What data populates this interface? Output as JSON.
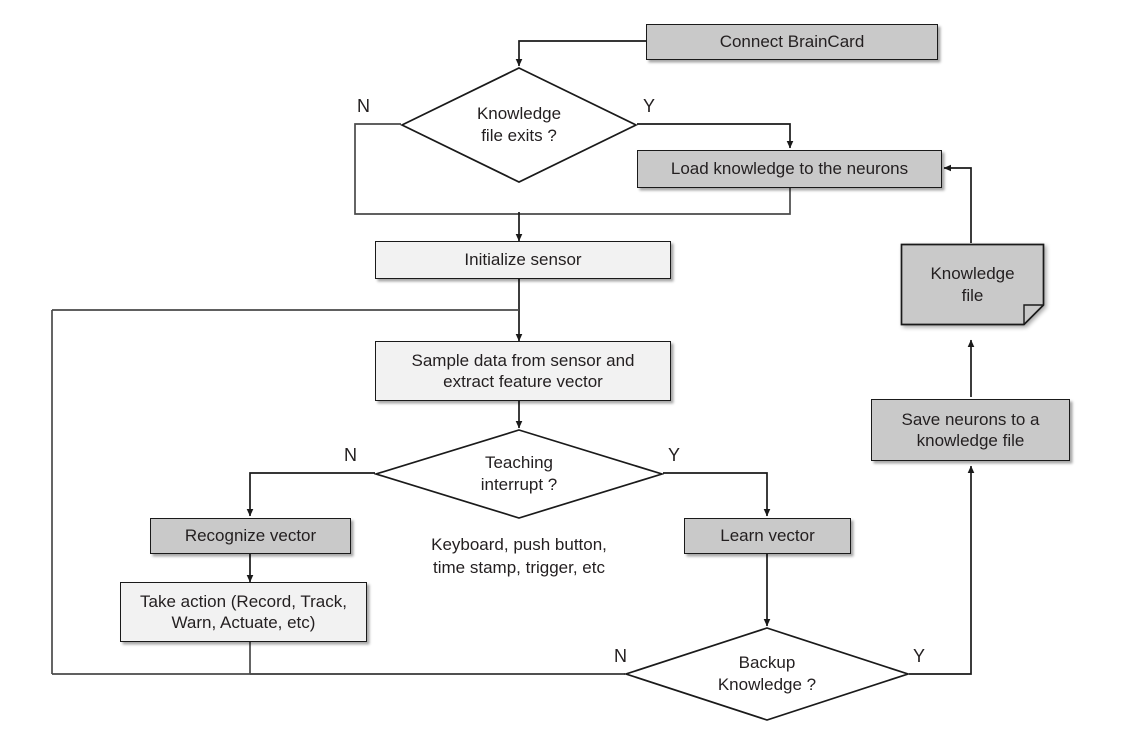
{
  "diagram": {
    "title": "BrainCard neuron learning and recognition flowchart",
    "colors": {
      "process_fill": "#c9c9c9",
      "light_fill": "#f2f2f2",
      "stroke": "#1a1a1a",
      "text": "#231f20",
      "background": "#ffffff"
    },
    "nodes": {
      "connect_braincard": {
        "label": "Connect  BrainCard",
        "shape": "process",
        "fill": "gray"
      },
      "knowledge_file_exists": {
        "label_line1": "Knowledge",
        "label_line2": "file exits ?",
        "shape": "decision"
      },
      "load_knowledge": {
        "label": "Load knowledge to the neurons",
        "shape": "process",
        "fill": "gray"
      },
      "initialize_sensor": {
        "label": "Initialize sensor",
        "shape": "process",
        "fill": "light"
      },
      "sample_data": {
        "label_line1": "Sample data  from sensor and",
        "label_line2": "extract feature vector",
        "shape": "process",
        "fill": "light"
      },
      "teaching_interrupt": {
        "label_line1": "Teaching",
        "label_line2": "interrupt ?",
        "shape": "decision"
      },
      "recognize_vector": {
        "label": "Recognize vector",
        "shape": "process",
        "fill": "gray"
      },
      "take_action": {
        "label_line1": "Take action (Record, Track,",
        "label_line2": "Warn, Actuate, etc)",
        "shape": "process",
        "fill": "light"
      },
      "learn_vector": {
        "label": "Learn vector",
        "shape": "process",
        "fill": "gray"
      },
      "backup_knowledge": {
        "label_line1": "Backup",
        "label_line2": "Knowledge ?",
        "shape": "decision"
      },
      "save_neurons": {
        "label_line1": "Save neurons to a",
        "label_line2": "knowledge file",
        "shape": "process",
        "fill": "gray"
      },
      "knowledge_file": {
        "label_line1": "Knowledge",
        "label_line2": "file",
        "shape": "document",
        "fill": "gray"
      }
    },
    "branch_labels": {
      "kf_no": "N",
      "kf_yes": "Y",
      "ti_no": "N",
      "ti_yes": "Y",
      "bk_no": "N",
      "bk_yes": "Y"
    },
    "notes": {
      "teaching_sources_line1": "Keyboard, push button,",
      "teaching_sources_line2": "time stamp, trigger, etc"
    }
  }
}
